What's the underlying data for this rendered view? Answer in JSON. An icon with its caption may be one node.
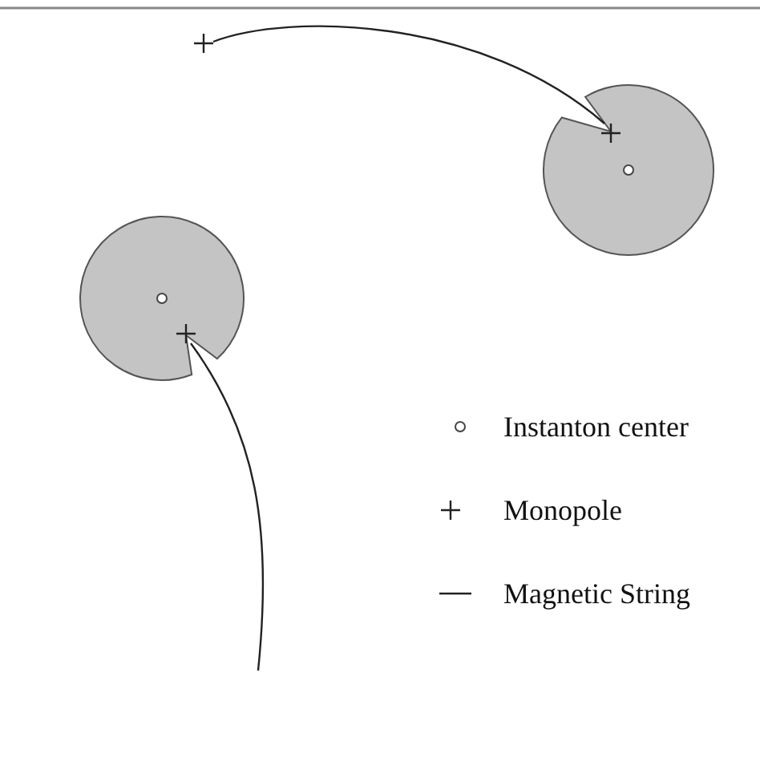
{
  "diagram": {
    "nodes": [
      {
        "text": [],
        "shape": "cross"
      },
      {
        "text": [],
        "shape": "cross"
      },
      {
        "text": [],
        "shape": "cross"
      }
    ],
    "edges": [
      {
        "from": 0,
        "to": 1,
        "arrow": "none"
      },
      {
        "from": 2,
        "to": null,
        "arrow": "none"
      }
    ],
    "legend": [
      {
        "text": "Instanton center"
      },
      {
        "text": "Monopole"
      },
      {
        "text": "Magnetic String"
      }
    ]
  }
}
